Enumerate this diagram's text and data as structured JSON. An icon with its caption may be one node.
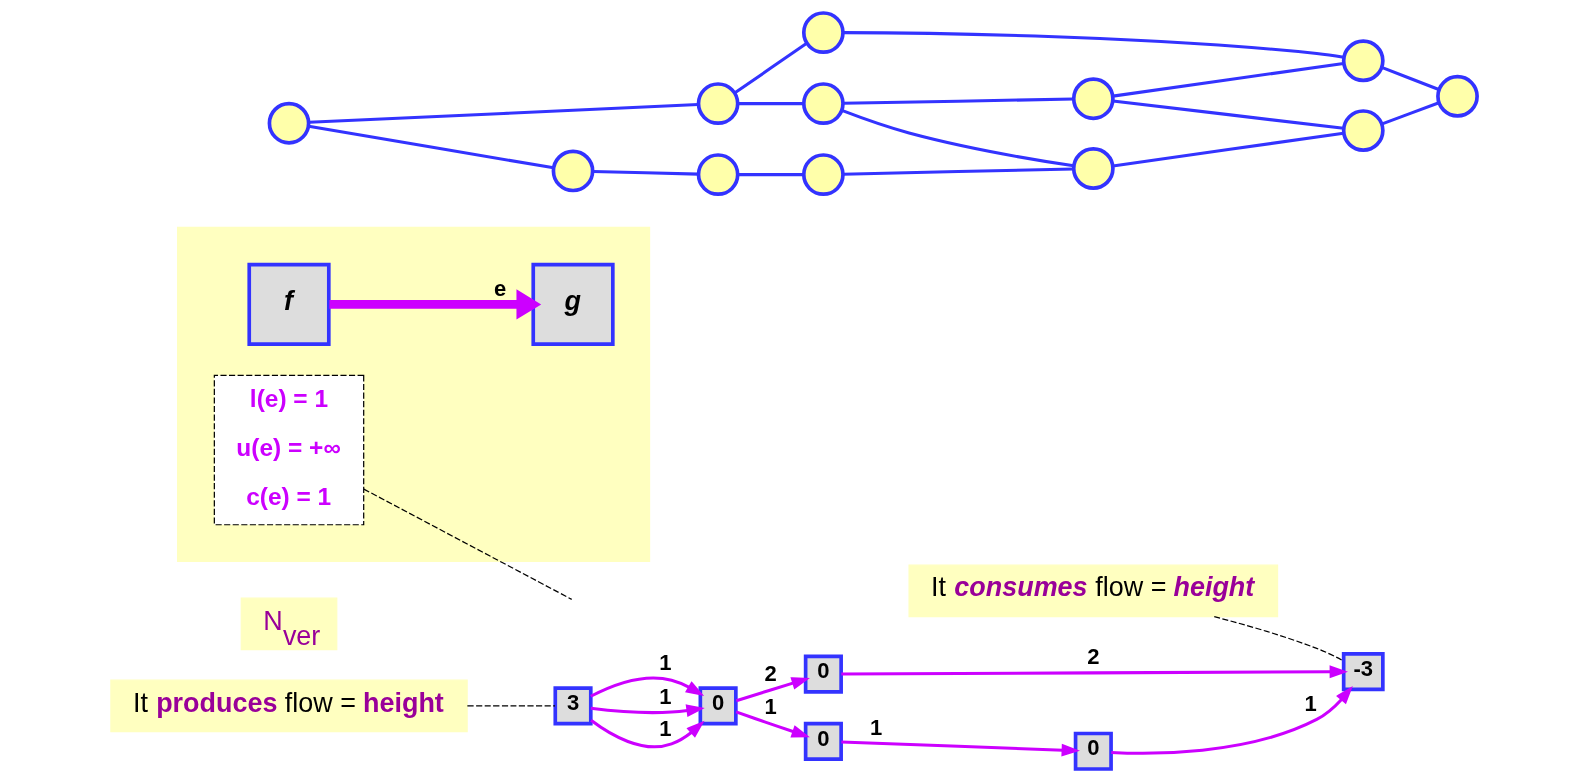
{
  "diagram": {
    "nodes": [
      {
        "text": [
          "It **consumes** flow = **height**"
        ]
      },
      {
        "text": [
          "N$_{ver}$"
        ]
      },
      {
        "text": [],
        "shape": "box"
      },
      {
        "text": [],
        "shape": "circle"
      },
      {
        "text": [],
        "shape": "circle"
      },
      {
        "text": [],
        "shape": "circle"
      },
      {
        "text": [
          "f"
        ],
        "in": 2
      },
      {
        "text": [
          "g"
        ],
        "in": 2
      },
      {
        "text": [],
        "shape": "circle"
      },
      {
        "text": [
          "0"
        ]
      },
      {
        "text": [
          "l(e) = 1",
          "u(e) = +∞",
          "c(e) = 1"
        ],
        "in": 2
      },
      {
        "text": [
          "3"
        ]
      },
      {
        "text": [
          "0"
        ]
      },
      {
        "text": [
          "-3"
        ]
      },
      {
        "text": [],
        "shape": "circle"
      },
      {
        "text": [],
        "shape": "circle"
      },
      {
        "text": [],
        "shape": "circle"
      },
      {
        "text": [],
        "shape": "circle"
      },
      {
        "text": [
          "0"
        ]
      },
      {
        "text": [
          "0"
        ]
      },
      {
        "text": [],
        "shape": "circle"
      },
      {
        "text": [],
        "shape": "circle"
      },
      {
        "text": [],
        "shape": "circle"
      },
      {
        "text": [],
        "shape": "circle"
      },
      {
        "text": [
          "It **produces** flow = **height**"
        ]
      }
    ],
    "edges": [
      {
        "from": 3,
        "to": 4,
        "arrow": "none"
      },
      {
        "from": 4,
        "to": 5,
        "arrow": "none"
      },
      {
        "from": 3,
        "to": 8,
        "arrow": "none"
      },
      {
        "from": 8,
        "to": 14,
        "arrow": "none"
      },
      {
        "from": 14,
        "to": 20,
        "arrow": "none"
      },
      {
        "from": 4,
        "to": 15,
        "arrow": "none"
      },
      {
        "from": 5,
        "to": 17,
        "arrow": "none"
      },
      {
        "from": 15,
        "to": 16,
        "arrow": "none"
      },
      {
        "from": 16,
        "to": 17,
        "arrow": "none"
      },
      {
        "from": 15,
        "to": 21,
        "arrow": "none"
      },
      {
        "from": 16,
        "to": 22,
        "arrow": "none"
      },
      {
        "from": 17,
        "to": 23,
        "arrow": "none"
      },
      {
        "from": 20,
        "to": 21,
        "arrow": "none"
      },
      {
        "from": 21,
        "to": 22,
        "arrow": "none"
      },
      {
        "from": 22,
        "to": 23,
        "arrow": "none"
      },
      {
        "from": 11,
        "to": 12,
        "arrow": "to",
        "label": "1",
        "color": "#cc00ff"
      },
      {
        "from": 11,
        "to": 12,
        "arrow": "to",
        "label": "1",
        "color": "#cc00ff"
      },
      {
        "from": 11,
        "to": 12,
        "arrow": "to",
        "label": "1",
        "color": "#cc00ff"
      },
      {
        "from": 12,
        "to": 9,
        "arrow": "to",
        "label": "2",
        "color": "#cc00ff"
      },
      {
        "from": 9,
        "to": 13,
        "arrow": "to",
        "label": "2",
        "color": "#cc00ff"
      },
      {
        "from": 12,
        "to": 18,
        "arrow": "to",
        "label": "1",
        "color": "#cc00ff"
      },
      {
        "from": 18,
        "to": 19,
        "arrow": "to",
        "label": "1",
        "color": "#cc00ff"
      },
      {
        "from": 19,
        "to": 13,
        "arrow": "to",
        "label": "1",
        "color": "#cc00ff"
      },
      {
        "from": 6,
        "to": 7,
        "arrow": "to",
        "label": "e",
        "style": "thick",
        "color": "#cc00ff"
      },
      {
        "from": 24,
        "to": 11,
        "arrow": "none",
        "style": "dashed",
        "color": "#000000"
      },
      {
        "from": 0,
        "to": 13,
        "arrow": "none",
        "style": "dashed",
        "color": "#000000"
      },
      {
        "from": 10,
        "to": null,
        "arrow": "none",
        "style": "dashed",
        "color": "#000000"
      }
    ]
  }
}
